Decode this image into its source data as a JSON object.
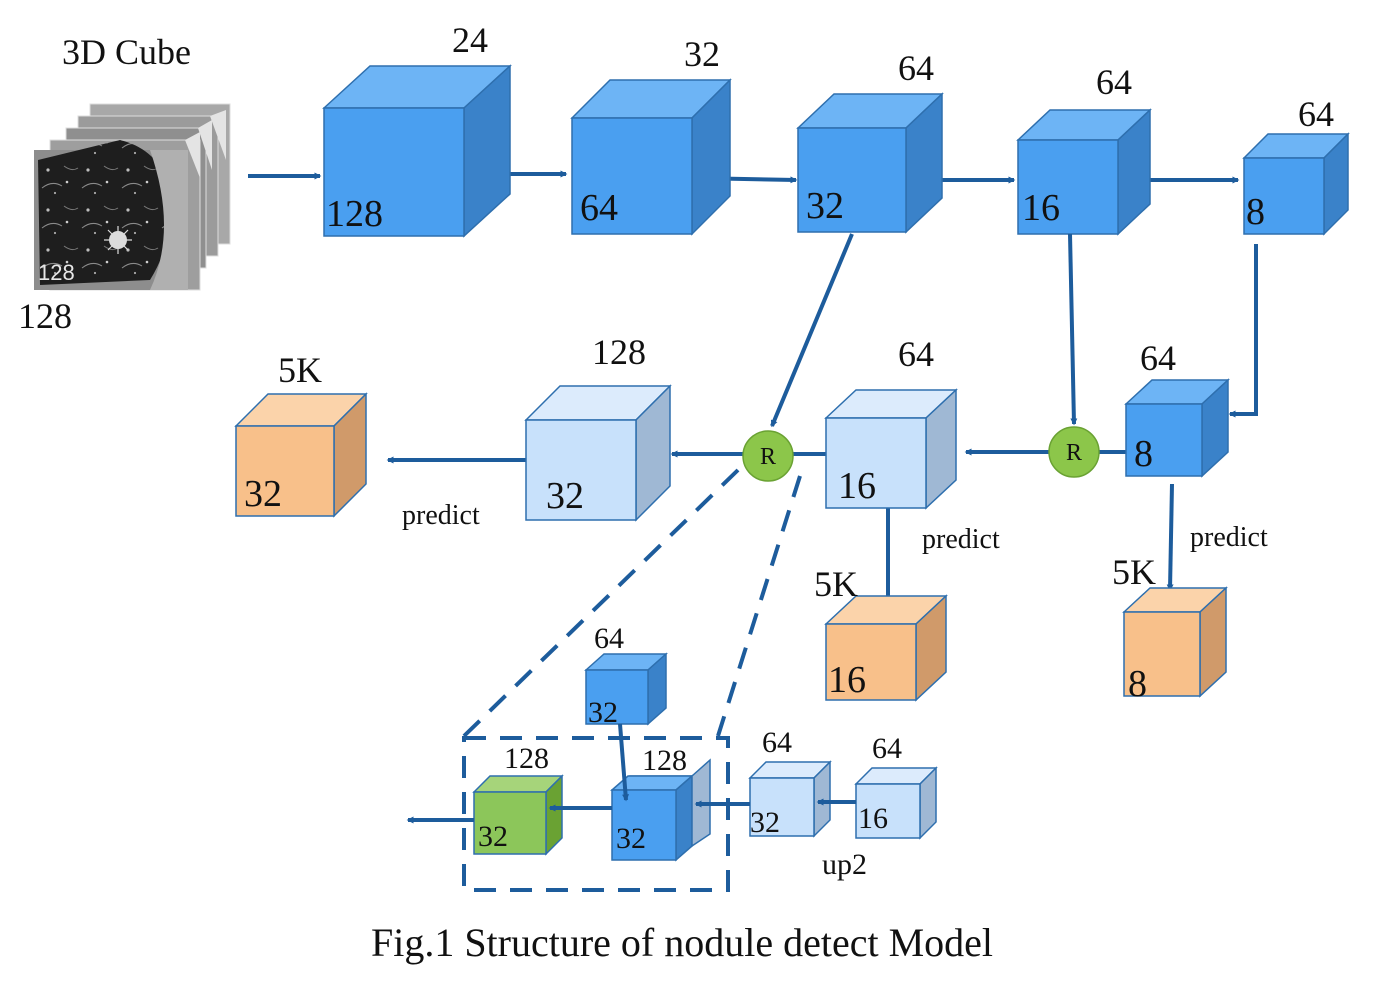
{
  "input": {
    "title": "3D Cube",
    "inner_label": "128",
    "side_label": "128"
  },
  "encoder": [
    {
      "channels": "24",
      "size": "128"
    },
    {
      "channels": "32",
      "size": "64"
    },
    {
      "channels": "64",
      "size": "32"
    },
    {
      "channels": "64",
      "size": "16"
    },
    {
      "channels": "64",
      "size": "8"
    }
  ],
  "decoder": [
    {
      "channels": "64",
      "size": "8"
    },
    {
      "channels": "64",
      "size": "16"
    },
    {
      "channels": "128",
      "size": "32"
    }
  ],
  "outputs": [
    {
      "channels": "5K",
      "size": "8",
      "label": "predict"
    },
    {
      "channels": "5K",
      "size": "16",
      "label": "predict"
    },
    {
      "channels": "5K",
      "size": "32",
      "label": "predict"
    }
  ],
  "merge_label": "R",
  "detail": {
    "top": {
      "channels": "64",
      "size": "32"
    },
    "concat": {
      "channels": "128",
      "size": "32"
    },
    "merged": {
      "channels": "128",
      "size": "32"
    },
    "up_a": {
      "channels": "64",
      "size": "32"
    },
    "up_b": {
      "channels": "64",
      "size": "16"
    },
    "op_label": "up2"
  },
  "caption": "Fig.1 Structure of nodule detect Model",
  "colors": {
    "encoder_front": "#4a9ff0",
    "encoder_top": "#6db4f5",
    "encoder_side": "#3a82c9",
    "decoder_front": "#c8e1fb",
    "decoder_top": "#dcebfc",
    "decoder_side": "#9fb8d4",
    "output_front": "#f8c08a",
    "output_top": "#fbd3aa",
    "output_side": "#d09a6a",
    "merged_front": "#8cc65a",
    "merge_node": "#8cc64a",
    "arrow": "#1d5c9c"
  }
}
